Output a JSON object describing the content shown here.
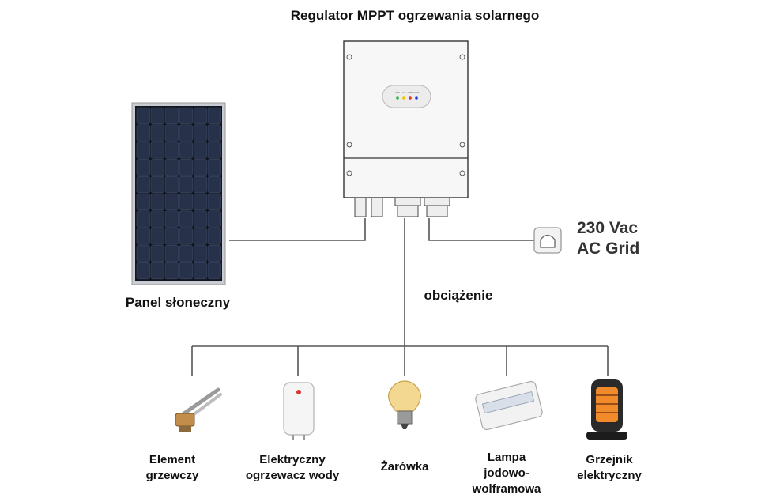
{
  "title": "Regulator MPPT ogrzewania solarnego",
  "controller": {
    "led_labels": [
      "Grid",
      "PV",
      "Load",
      "Fault"
    ],
    "led_colors": [
      "#2db34a",
      "#f2c200",
      "#e03030",
      "#2040d0"
    ]
  },
  "solar_panel": {
    "label": "Panel słoneczny"
  },
  "grid": {
    "line1": "230 Vac",
    "line2": "AC Grid"
  },
  "load": {
    "label": "obciążenie"
  },
  "devices": [
    {
      "line1": "Element",
      "line2": "grzewczy"
    },
    {
      "line1": "Elektryczny",
      "line2": "ogrzewacz wody"
    },
    {
      "line1": "Żarówka"
    },
    {
      "line1": "Lampa",
      "line2": "jodowo-",
      "line3": "wolframowa"
    },
    {
      "line1": "Grzejnik",
      "line2": "elektryczny"
    }
  ]
}
